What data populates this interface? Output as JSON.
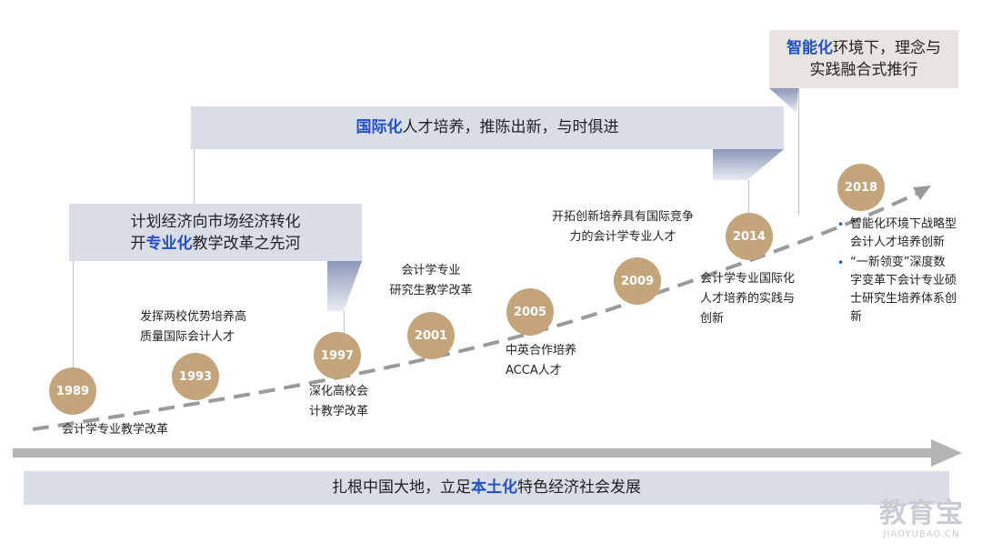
{
  "banners": {
    "b1": {
      "line1": "计划经济向市场经济转化",
      "line2_pre": "开",
      "line2_hl": "专业化",
      "line2_post": "教学改革之先河"
    },
    "b2": {
      "hl": "国际化",
      "rest": "人才培养，推陈出新，与时俱进"
    },
    "b3": {
      "line1_hl": "智能化",
      "line1_rest": "环境下，理念与",
      "line2": "实践融合式推行"
    },
    "bottom": {
      "pre": "扎根中国大地，立足",
      "hl": "本土化",
      "post": "特色经济社会发展"
    }
  },
  "milestones": [
    {
      "year": "1989",
      "label": "会计学专业教学改革"
    },
    {
      "year": "1993",
      "label1": "发挥两校优势培养高",
      "label2": "质量国际会计人才"
    },
    {
      "year": "1997",
      "label1": "深化高校会",
      "label2": "计教学改革"
    },
    {
      "year": "2001",
      "label1": "会计学专业",
      "label2": "研究生教学改革"
    },
    {
      "year": "2005",
      "label1": "中英合作培养",
      "label2": "ACCA人才"
    },
    {
      "year": "2009",
      "label1": "开拓创新培养具有国际竞争",
      "label2": "力的会计学专业人才"
    },
    {
      "year": "2014",
      "label1": "会计学专业国际化",
      "label2": "人才培养的实践与",
      "label3": "创新"
    },
    {
      "year": "2018",
      "bullets": [
        {
          "line1": "智能化环境下战略型",
          "line2": "会计人才培养创新"
        },
        {
          "line1": "“一新领变”深度数",
          "line2": "字变革下会计专业硕",
          "line3": "士研究生培养体系创",
          "line4": "新"
        }
      ]
    }
  ],
  "watermark": {
    "main": "教育宝",
    "sub": "JIAOYUBAO.CN"
  },
  "colors": {
    "accent": "#2350c8",
    "banner": "#d9dde7",
    "circle": "#c4a47a",
    "arrow": "#b4b4b4",
    "dash": "#9a9a9a"
  }
}
